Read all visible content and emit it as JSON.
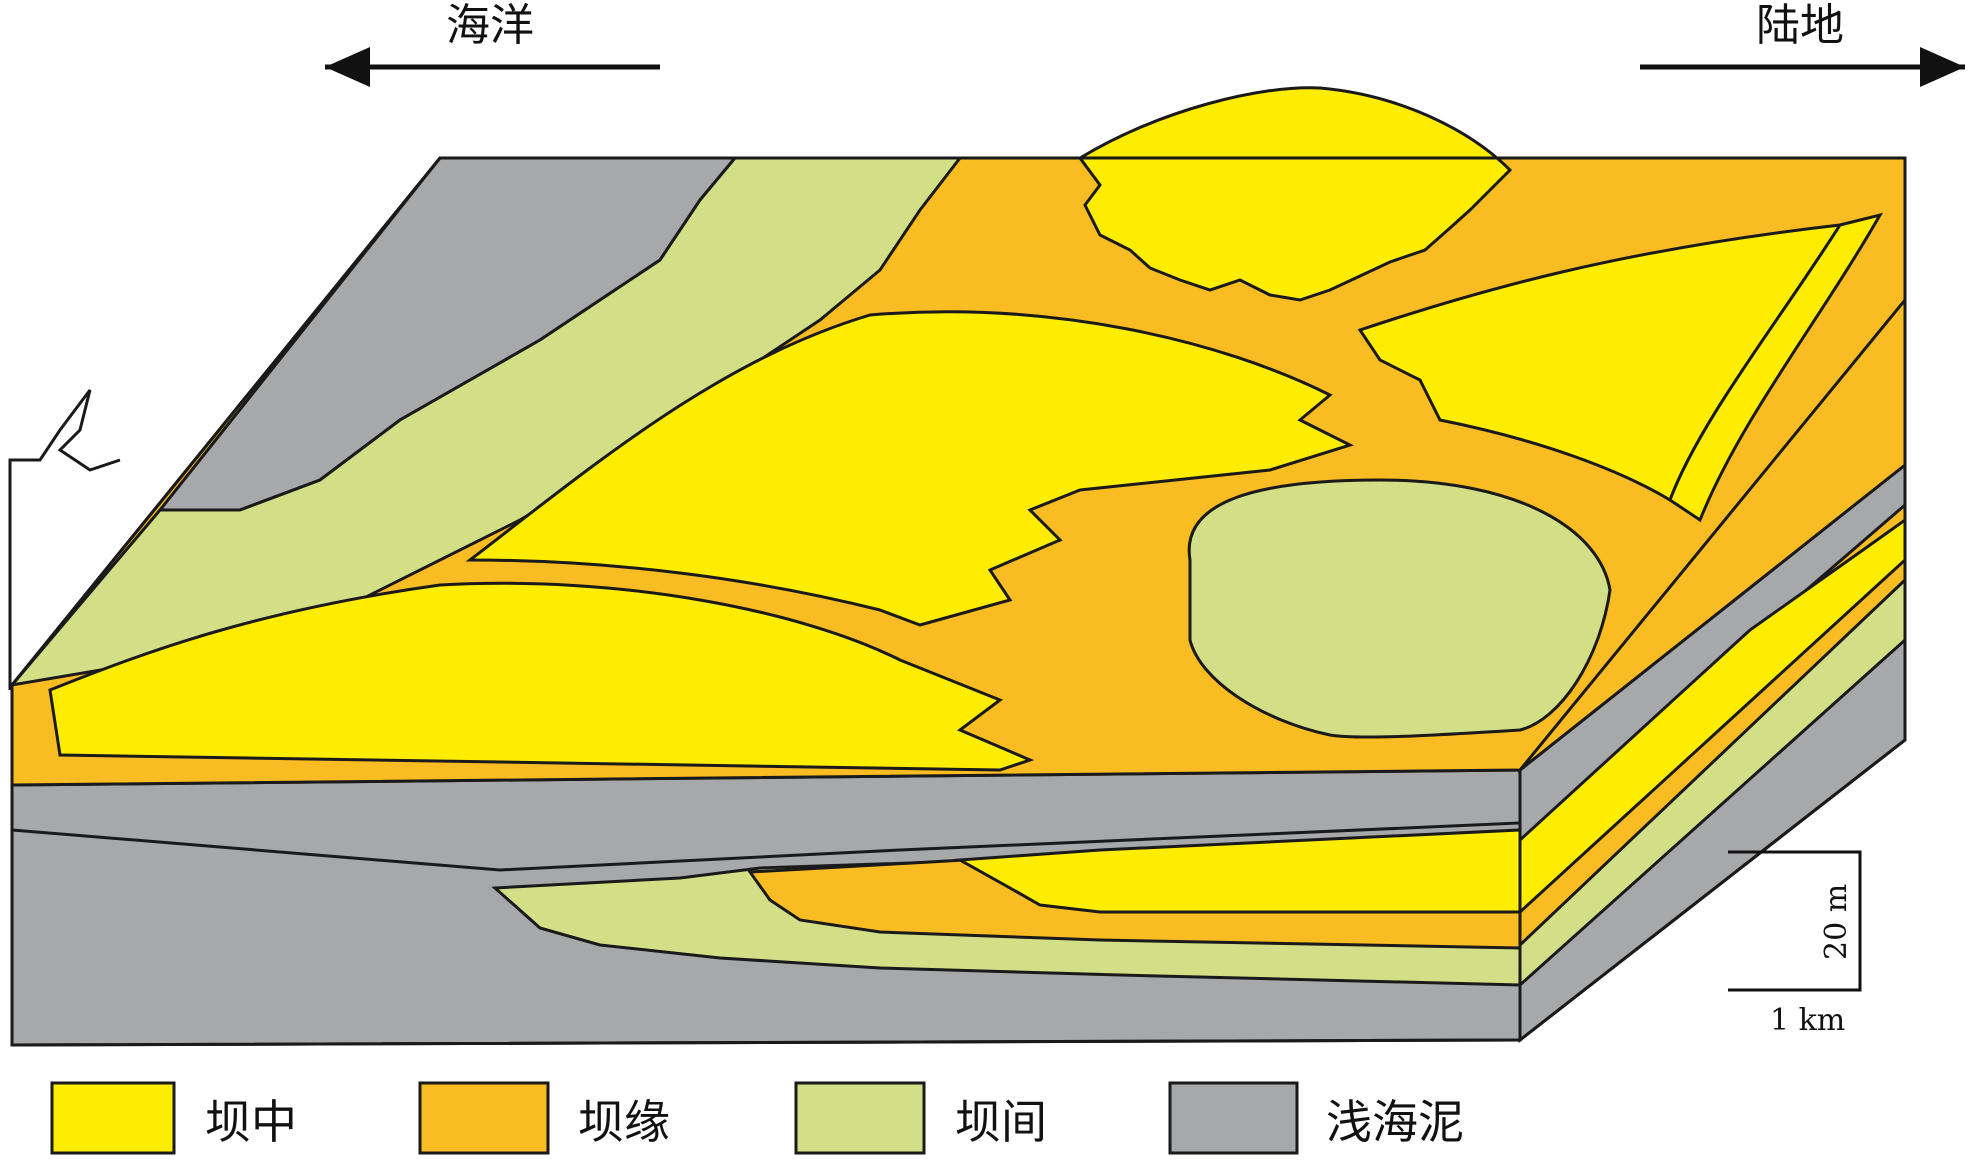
{
  "direction": {
    "left_label": "海洋",
    "right_label": "陆地"
  },
  "scale": {
    "vertical": "20 m",
    "horizontal": "1 km"
  },
  "colors": {
    "bar_core": "#FFED00",
    "bar_margin": "#F9BC22",
    "interbar": "#D2DF86",
    "shelf_mud": "#A7A8AA"
  },
  "legend": [
    {
      "label": "坝中",
      "color": "#FFED00"
    },
    {
      "label": "坝缘",
      "color": "#F9BC22"
    },
    {
      "label": "坝间",
      "color": "#D2DF86"
    },
    {
      "label": "浅海泥",
      "color": "#A7A8AA"
    }
  ]
}
